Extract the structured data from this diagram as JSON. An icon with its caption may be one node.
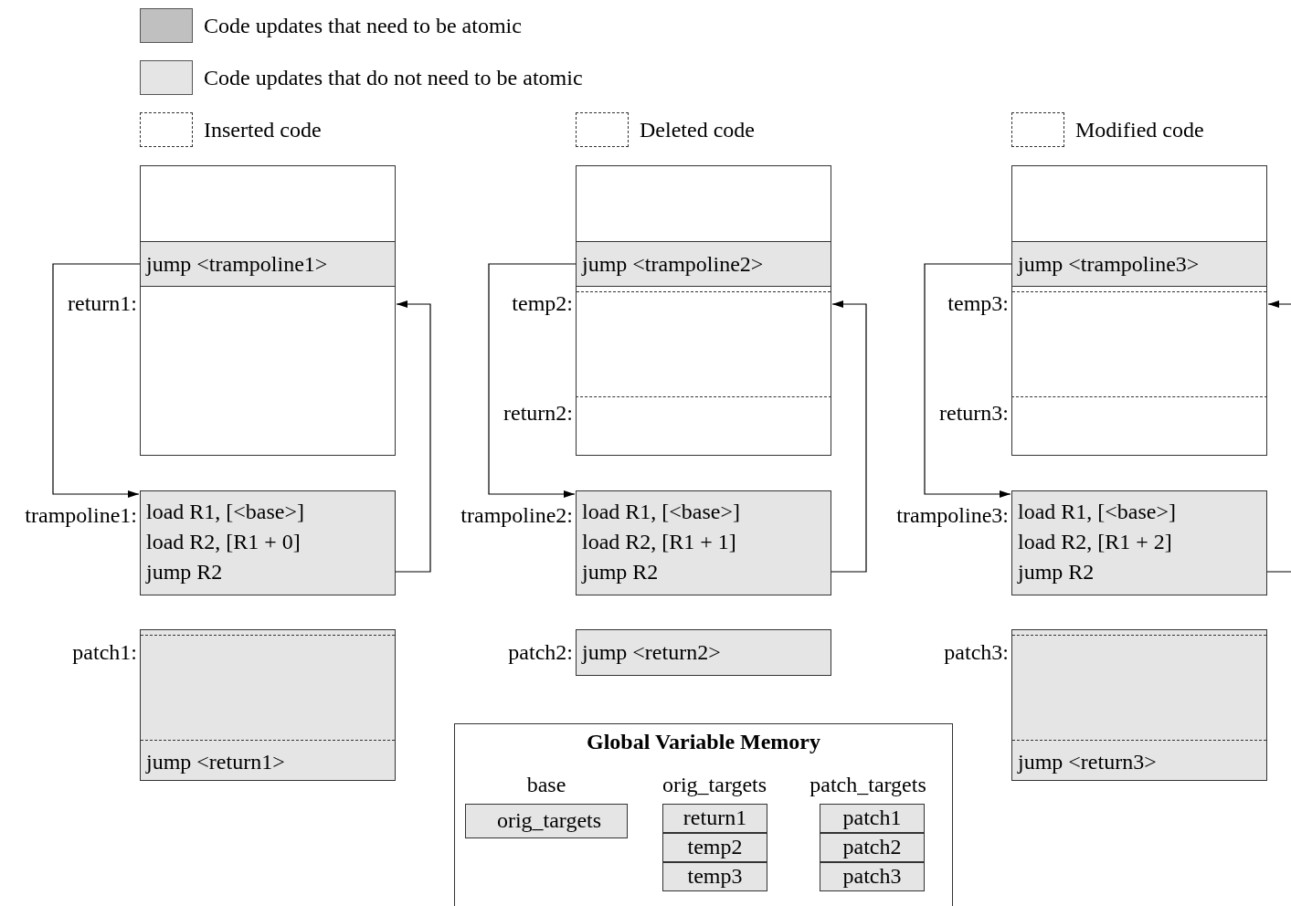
{
  "diagram": {
    "nodes": [
      {
        "text": [],
        "shape": "box"
      },
      {
        "text": [
          "jump <trampoline1>"
        ],
        "in": 0
      },
      {
        "text": [],
        "shape": "box",
        "in": 0,
        "beside": [
          "return1:"
        ]
      },
      {
        "text": [
          "load R1, [<base>]",
          "load R2, [R1 + 0]",
          "jump R2"
        ],
        "beside": [
          "trampoline1:"
        ]
      },
      {
        "text": [
          "jump <return1>"
        ],
        "beside": [
          "patch1:"
        ]
      },
      {
        "text": [],
        "shape": "box"
      },
      {
        "text": [
          "jump <trampoline2>"
        ],
        "in": 5
      },
      {
        "text": [],
        "shape": "box",
        "in": 5,
        "beside": [
          "temp2:"
        ]
      },
      {
        "text": [],
        "shape": "box",
        "in": 5,
        "beside": [
          "return2:"
        ]
      },
      {
        "text": [
          "load R1, [<base>]",
          "load R2, [R1 + 1]",
          "jump R2"
        ],
        "beside": [
          "trampoline2:"
        ]
      },
      {
        "text": [
          "jump <return2>"
        ],
        "beside": [
          "patch2:"
        ]
      },
      {
        "text": [],
        "shape": "box"
      },
      {
        "text": [
          "jump <trampoline3>"
        ],
        "in": 11
      },
      {
        "text": [],
        "shape": "box",
        "in": 11,
        "beside": [
          "temp3:"
        ]
      },
      {
        "text": [],
        "shape": "box",
        "in": 11,
        "beside": [
          "return3:"
        ]
      },
      {
        "text": [
          "load R1, [<base>]",
          "load R2, [R1 + 2]",
          "jump R2"
        ],
        "beside": [
          "trampoline3:"
        ]
      },
      {
        "text": [
          "jump <return3>"
        ],
        "beside": [
          "patch3:"
        ]
      },
      {
        "text": [
          "Global Variable Memory"
        ]
      },
      {
        "text": [
          "orig_targets"
        ],
        "in": 17
      },
      {
        "text": [
          "return1"
        ],
        "in": 17
      },
      {
        "text": [
          "temp2"
        ],
        "in": 17
      },
      {
        "text": [
          "temp3"
        ],
        "in": 17
      },
      {
        "text": [
          "patch1"
        ],
        "in": 17
      },
      {
        "text": [
          "patch2"
        ],
        "in": 17
      },
      {
        "text": [
          "patch3"
        ],
        "in": 17
      }
    ],
    "edges": [
      {
        "from": 1,
        "to": 3,
        "arrow": "to"
      },
      {
        "from": 3,
        "to": 2,
        "arrow": "to"
      },
      {
        "from": 6,
        "to": 9,
        "arrow": "to"
      },
      {
        "from": 9,
        "to": 7,
        "arrow": "to"
      },
      {
        "from": 12,
        "to": 15,
        "arrow": "to"
      },
      {
        "from": 15,
        "to": 13,
        "arrow": "to"
      }
    ],
    "labels": [
      "base",
      "orig_targets",
      "patch_targets"
    ],
    "legend": [
      {
        "text": "Code updates that need to be atomic",
        "color": "#c0c0c0"
      },
      {
        "text": "Code updates that do not need to be atomic",
        "color": "#e5e5e5"
      },
      {
        "text": "Inserted code"
      },
      {
        "text": "Deleted code"
      },
      {
        "text": "Modified code"
      }
    ]
  }
}
